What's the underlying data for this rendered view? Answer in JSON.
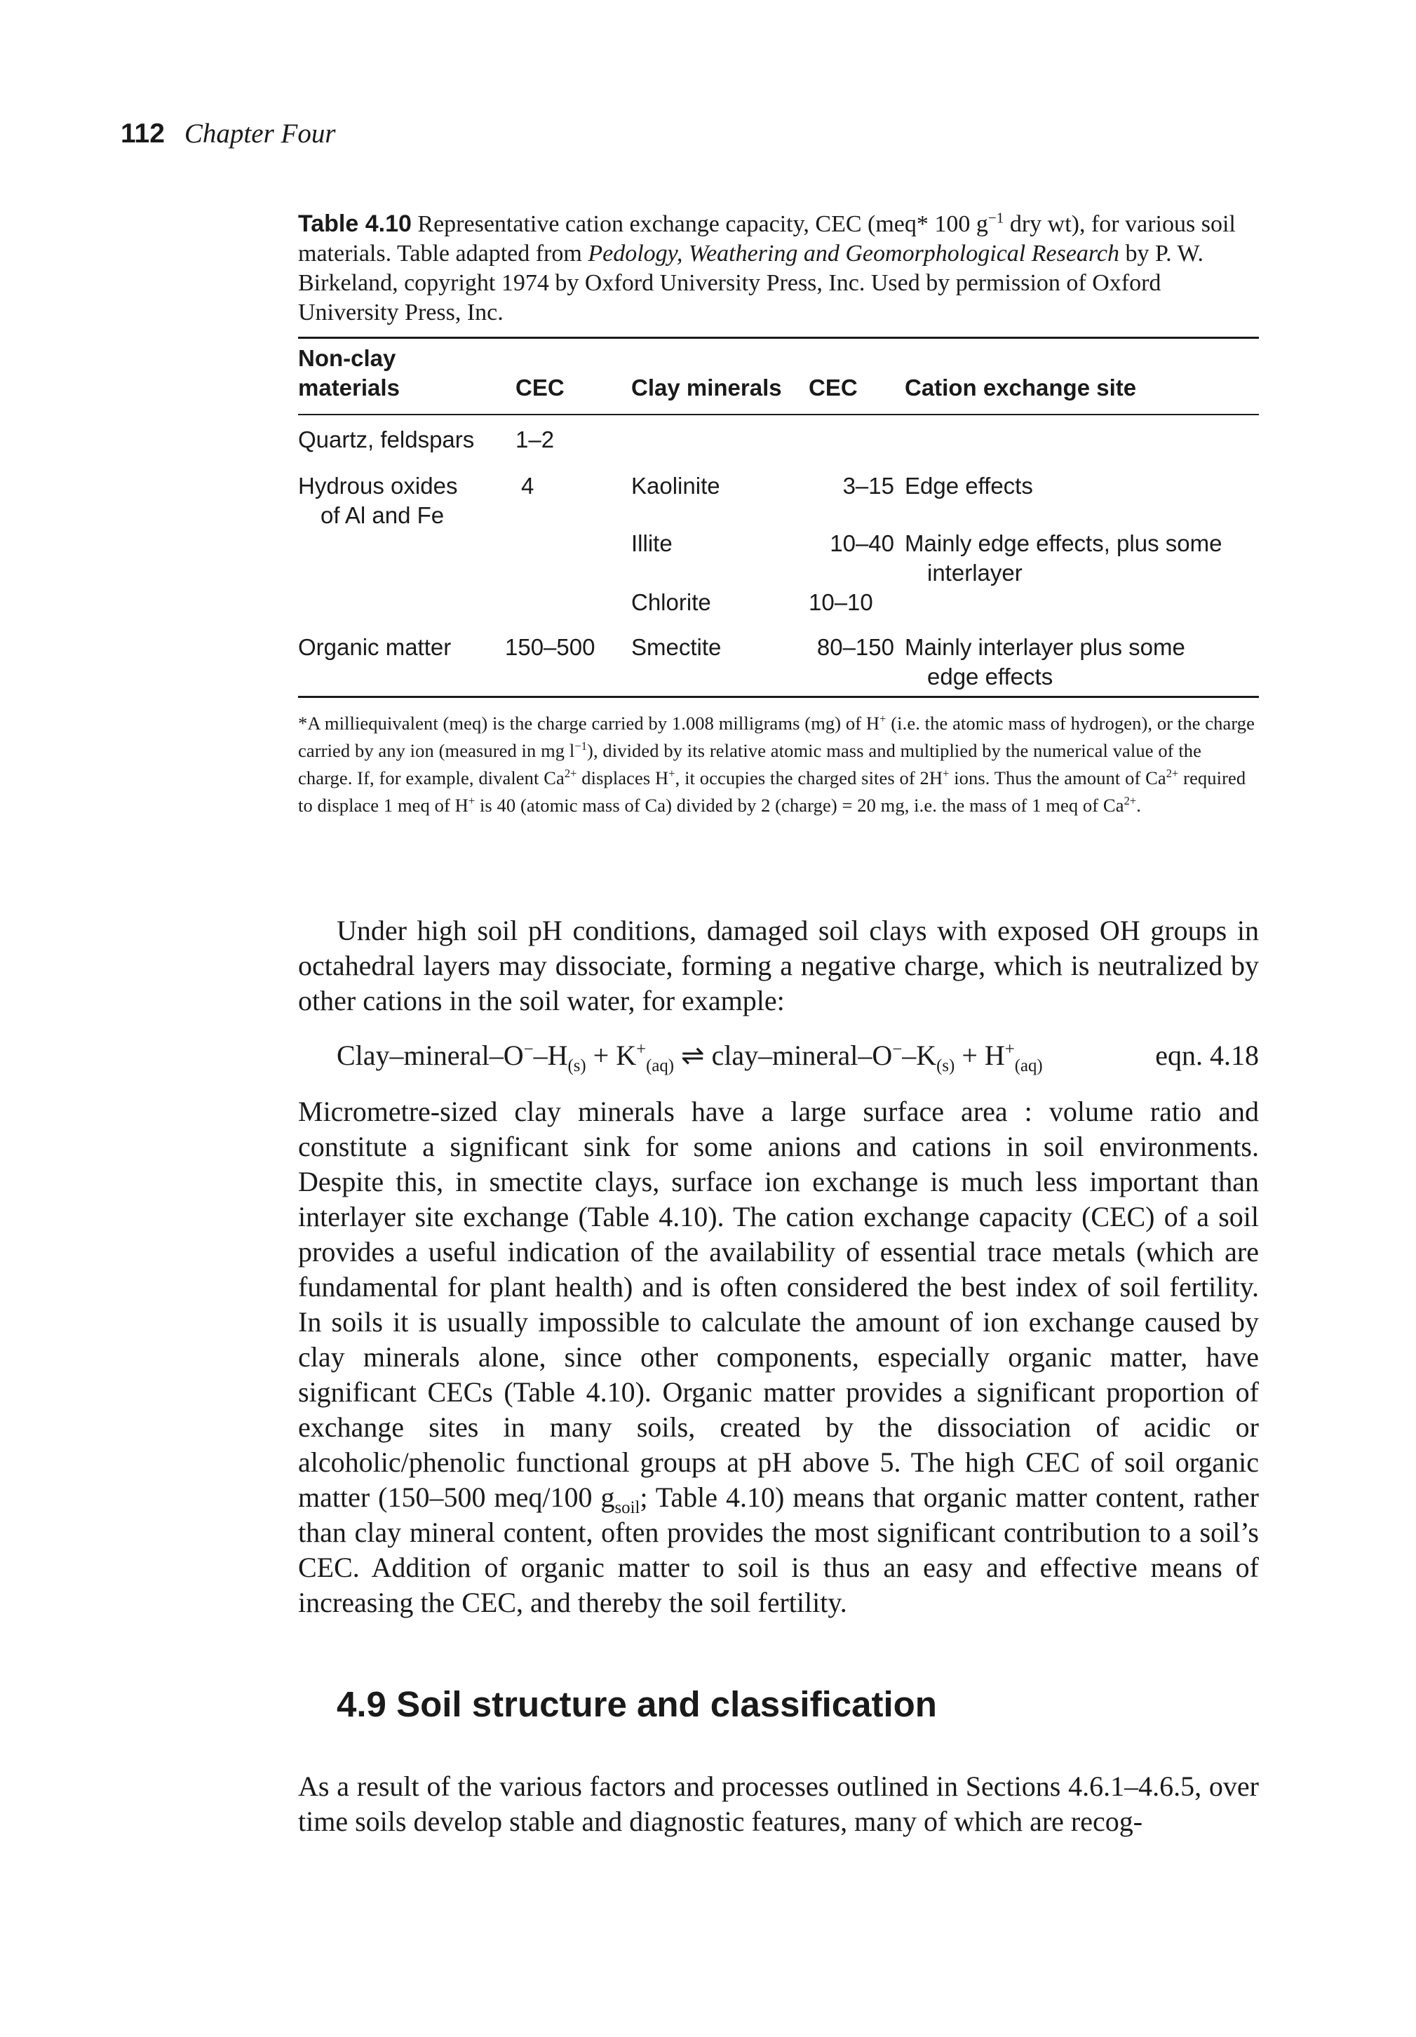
{
  "running_head": {
    "page_number": "112",
    "chapter": "Chapter Four"
  },
  "table": {
    "caption_label": "Table 4.10",
    "caption_text_1": " Representative cation exchange capacity, CEC (meq* 100 g",
    "caption_text_2": " dry wt), for various soil materials. Table adapted from ",
    "caption_source_title": "Pedology, Weathering and Geomorphological Research",
    "caption_text_3": " by P. W. Birkeland, copyright 1974 by Oxford University Press, Inc. Used by permission of Oxford University Press, Inc.",
    "headers": {
      "nonclay_line1": "Non-clay",
      "nonclay_line2": "materials",
      "cec1": "CEC",
      "clay": "Clay minerals",
      "cec2": "CEC",
      "site": "Cation exchange site"
    },
    "rows": {
      "quartz": "Quartz, feldspars",
      "quartz_cec": "1–2",
      "hydrous_line1": "Hydrous oxides",
      "hydrous_line2": "of Al and Fe",
      "hydrous_cec": "4",
      "kaolinite": "Kaolinite",
      "kaolinite_cec": "3–15",
      "kaolinite_site": "Edge effects",
      "illite": "Illite",
      "illite_cec": "10–40",
      "illite_site_1": "Mainly edge effects, plus some",
      "illite_site_2": "interlayer",
      "chlorite": "Chlorite",
      "chlorite_cec": "10–10",
      "organic": "Organic matter",
      "organic_cec": "150–500",
      "smectite": "Smectite",
      "smectite_cec": "80–150",
      "smectite_site_1": "Mainly interlayer plus some",
      "smectite_site_2": "edge effects"
    },
    "footnote": {
      "t1": "*A milliequivalent (meq) is the charge carried by 1.008 milligrams (mg) of H",
      "t2": " (i.e. the atomic mass of hydrogen), or the charge carried by any ion (measured in mg l",
      "t3": "), divided by its relative atomic mass and multiplied by the numerical value of the charge. If, for example, divalent Ca",
      "t4": " displaces H",
      "t5": ", it occupies the charged sites of 2H",
      "t6": " ions. Thus the amount of Ca",
      "t7": " required to displace 1 meq of H",
      "t8": " is 40 (atomic mass of Ca) divided by 2 (charge) = 20 mg, i.e. the mass of 1 meq of Ca",
      "t9": "."
    }
  },
  "paragraph1": "Under high soil pH conditions, damaged soil clays with exposed OH groups in octahedral layers may dissociate, forming a negative charge, which is neutralized by other cations in the soil water, for example:",
  "equation": {
    "lhs_a": "Clay–mineral–O",
    "lhs_b": "–H",
    "lhs_c": " + K",
    "arrow": " ⇌ ",
    "rhs_a": "clay–mineral–O",
    "rhs_b": "–K",
    "rhs_c": " + H",
    "number": "eqn. 4.18"
  },
  "paragraph2": {
    "a": "Micrometre-sized clay minerals have a large surface area : volume ratio and constitute a significant sink for some anions and cations in soil environments. Despite this, in smectite clays, surface ion exchange is much less important than interlayer site exchange (Table 4.10). The cation exchange capacity (CEC) of a soil provides a useful indication of the availability of essential trace metals (which are fundamental for plant health) and is often considered the best index of soil fertility. In soils it is usually impossible to calculate the amount of ion exchange caused by clay minerals alone, since other components, especially organic matter, have significant CECs (Table 4.10). Organic matter provides a significant proportion of exchange sites in many soils, created by the dissociation of acidic or alcoholic/phenolic functional groups at pH above 5. The high CEC of soil organic matter (150–500 meq/100 g",
    "b": "; Table 4.10) means that organic matter content, rather than clay mineral content, often provides the most significant contribution to a soil’s CEC. Addition of organic matter to soil is thus an easy and effective means of increasing the CEC, and thereby the soil fertility."
  },
  "section_heading": "4.9 Soil structure and classification",
  "paragraph3": "As a result of the various factors and processes outlined in Sections 4.6.1–4.6.5, over time soils develop stable and diagnostic features, many of which are recog-"
}
